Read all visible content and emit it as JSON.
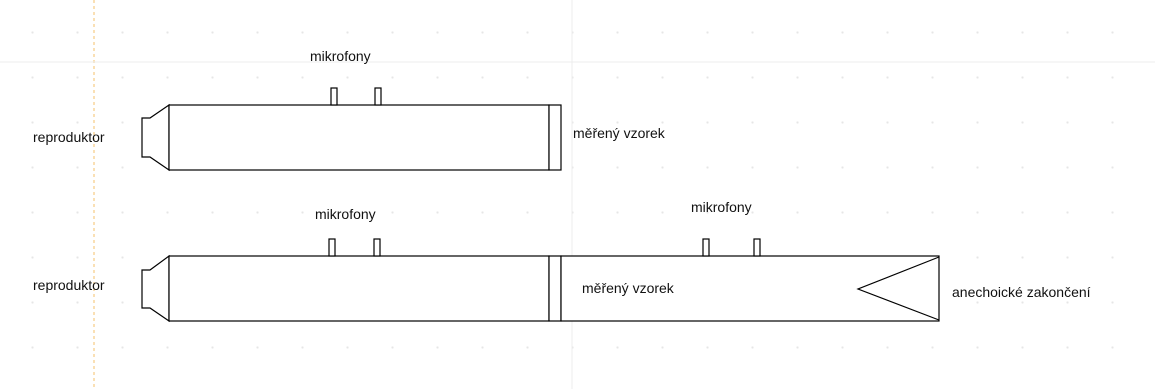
{
  "diagram": {
    "setup1": {
      "speaker_label": "reproduktor",
      "microphones_label": "mikrofony",
      "sample_label": "měřený vzorek"
    },
    "setup2": {
      "speaker_label": "reproduktor",
      "microphones_label_left": "mikrofony",
      "microphones_label_right": "mikrofony",
      "sample_label": "měřený vzorek",
      "termination_label": "anechoické zakončení"
    }
  },
  "colors": {
    "stroke": "#000000",
    "guide": "#f5c26b",
    "grid": "#e6e6e6"
  }
}
